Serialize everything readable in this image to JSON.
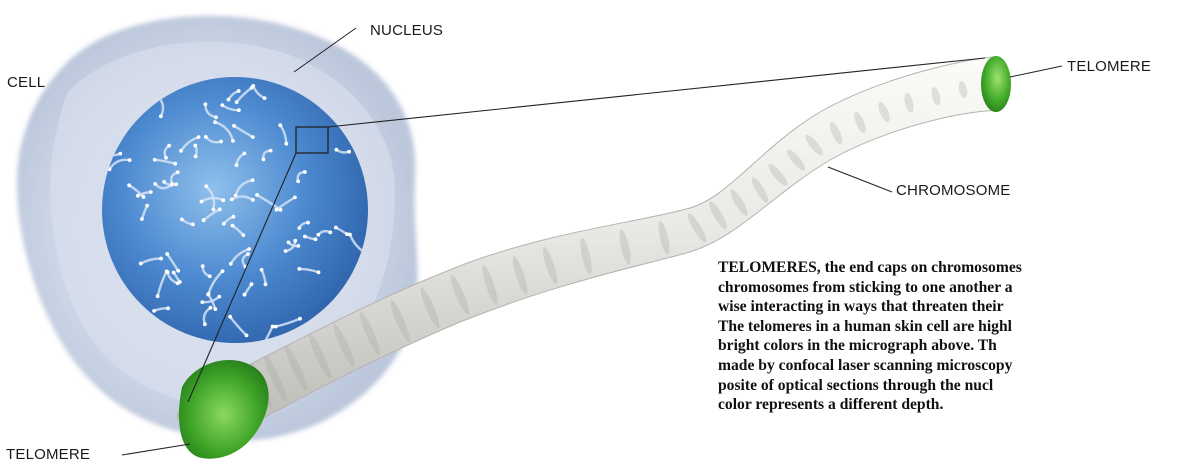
{
  "labels": {
    "cell": "CELL",
    "nucleus": "NUCLEUS",
    "telomere_top": "TELOMERE",
    "chromosome": "CHROMOSOME",
    "telomere_bottom": "TELOMERE"
  },
  "caption": {
    "lines": [
      "TELOMERES, the end caps on chromosomes",
      "chromosomes from sticking to one another a",
      "wise interacting in ways that threaten their",
      "The telomeres in a human skin cell are highl",
      "bright colors in the micrograph above. Th",
      "made by confocal laser scanning microscopy",
      "posite of optical sections through the nucl",
      "color represents a different depth."
    ]
  },
  "colors": {
    "cell_body": "#c9d3e4",
    "nucleus": "#4f8ed3",
    "chromosome_body": "#e6e6e2",
    "telomere": "#3fa428",
    "text": "#111111"
  }
}
